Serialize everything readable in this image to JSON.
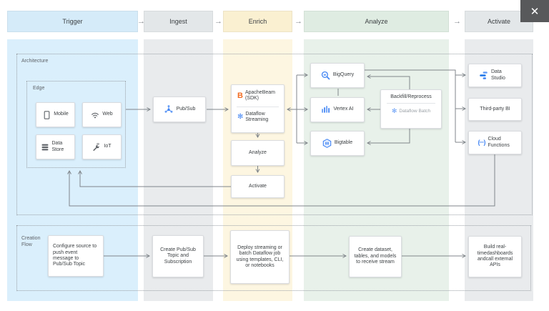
{
  "pipeline": {
    "stages": [
      {
        "label": "Trigger",
        "color": "#d5ebf9"
      },
      {
        "label": "Ingest",
        "color": "#e3e7e9"
      },
      {
        "label": "Enrich",
        "color": "#faf0d1"
      },
      {
        "label": "Analyze",
        "color": "#dfece2"
      },
      {
        "label": "Activate",
        "color": "#e3e7e9"
      }
    ],
    "arrow_glyph": "→"
  },
  "close_icon_glyph": "✕",
  "architecture": {
    "label": "Architecture",
    "edge": {
      "label": "Edge",
      "items": [
        {
          "label": "Mobile",
          "icon": "mobile-icon"
        },
        {
          "label": "Web",
          "icon": "wifi-icon"
        },
        {
          "label": "Data Store",
          "icon": "datastore-icon"
        },
        {
          "label": "IoT",
          "icon": "iot-icon"
        }
      ]
    },
    "pubsub": {
      "label": "Pub/Sub",
      "icon": "pubsub-icon"
    },
    "beam": {
      "sdk_label": "ApacheBeam (SDK)",
      "streaming_label": "Dataflow Streaming",
      "beam_icon_glyph": "B",
      "dataflow_icon_glyph": "✻"
    },
    "steps": {
      "analyze": "Analyze",
      "activate": "Activate"
    },
    "services": [
      {
        "label": "BigQuery",
        "icon": "bigquery-icon"
      },
      {
        "label": "Vertex AI",
        "icon": "vertexai-icon"
      },
      {
        "label": "Bigtable",
        "icon": "bigtable-icon"
      }
    ],
    "backfill": {
      "title": "Backfill/Reprocess",
      "subtitle": "Dataflow Batch",
      "dataflow_icon_glyph": "✻"
    },
    "outputs": [
      {
        "label": "Data Studio",
        "icon": "datastudio-icon"
      },
      {
        "label": "Third-party BI",
        "icon": ""
      },
      {
        "label": "Cloud Functions",
        "icon": "cloud-functions-icon",
        "icon_glyph": "(···)"
      }
    ]
  },
  "creation_flow": {
    "label": "Creation Flow",
    "steps": [
      "Configure source to push event message to Pub/Sub Topic",
      "Create Pub/Sub Topic and Subscription",
      "Deploy streaming or batch Dataflow job using templates, CLI, or notebooks",
      "Create dataset, tables, and models to receive stream",
      "Build real-timedashboards andcall external APIs"
    ]
  },
  "colors": {
    "accent_blue": "#4285f4",
    "accent_blue_light": "#669df6",
    "beam_orange": "#f26c21",
    "wire_gray": "#80868b",
    "card_border": "#dadce0",
    "col_trigger": "#daeffc",
    "col_ingest": "#e9ebed",
    "col_enrich": "#fdf6e1",
    "col_analyze": "#e8f1ea",
    "col_activate": "#e9ebed"
  }
}
